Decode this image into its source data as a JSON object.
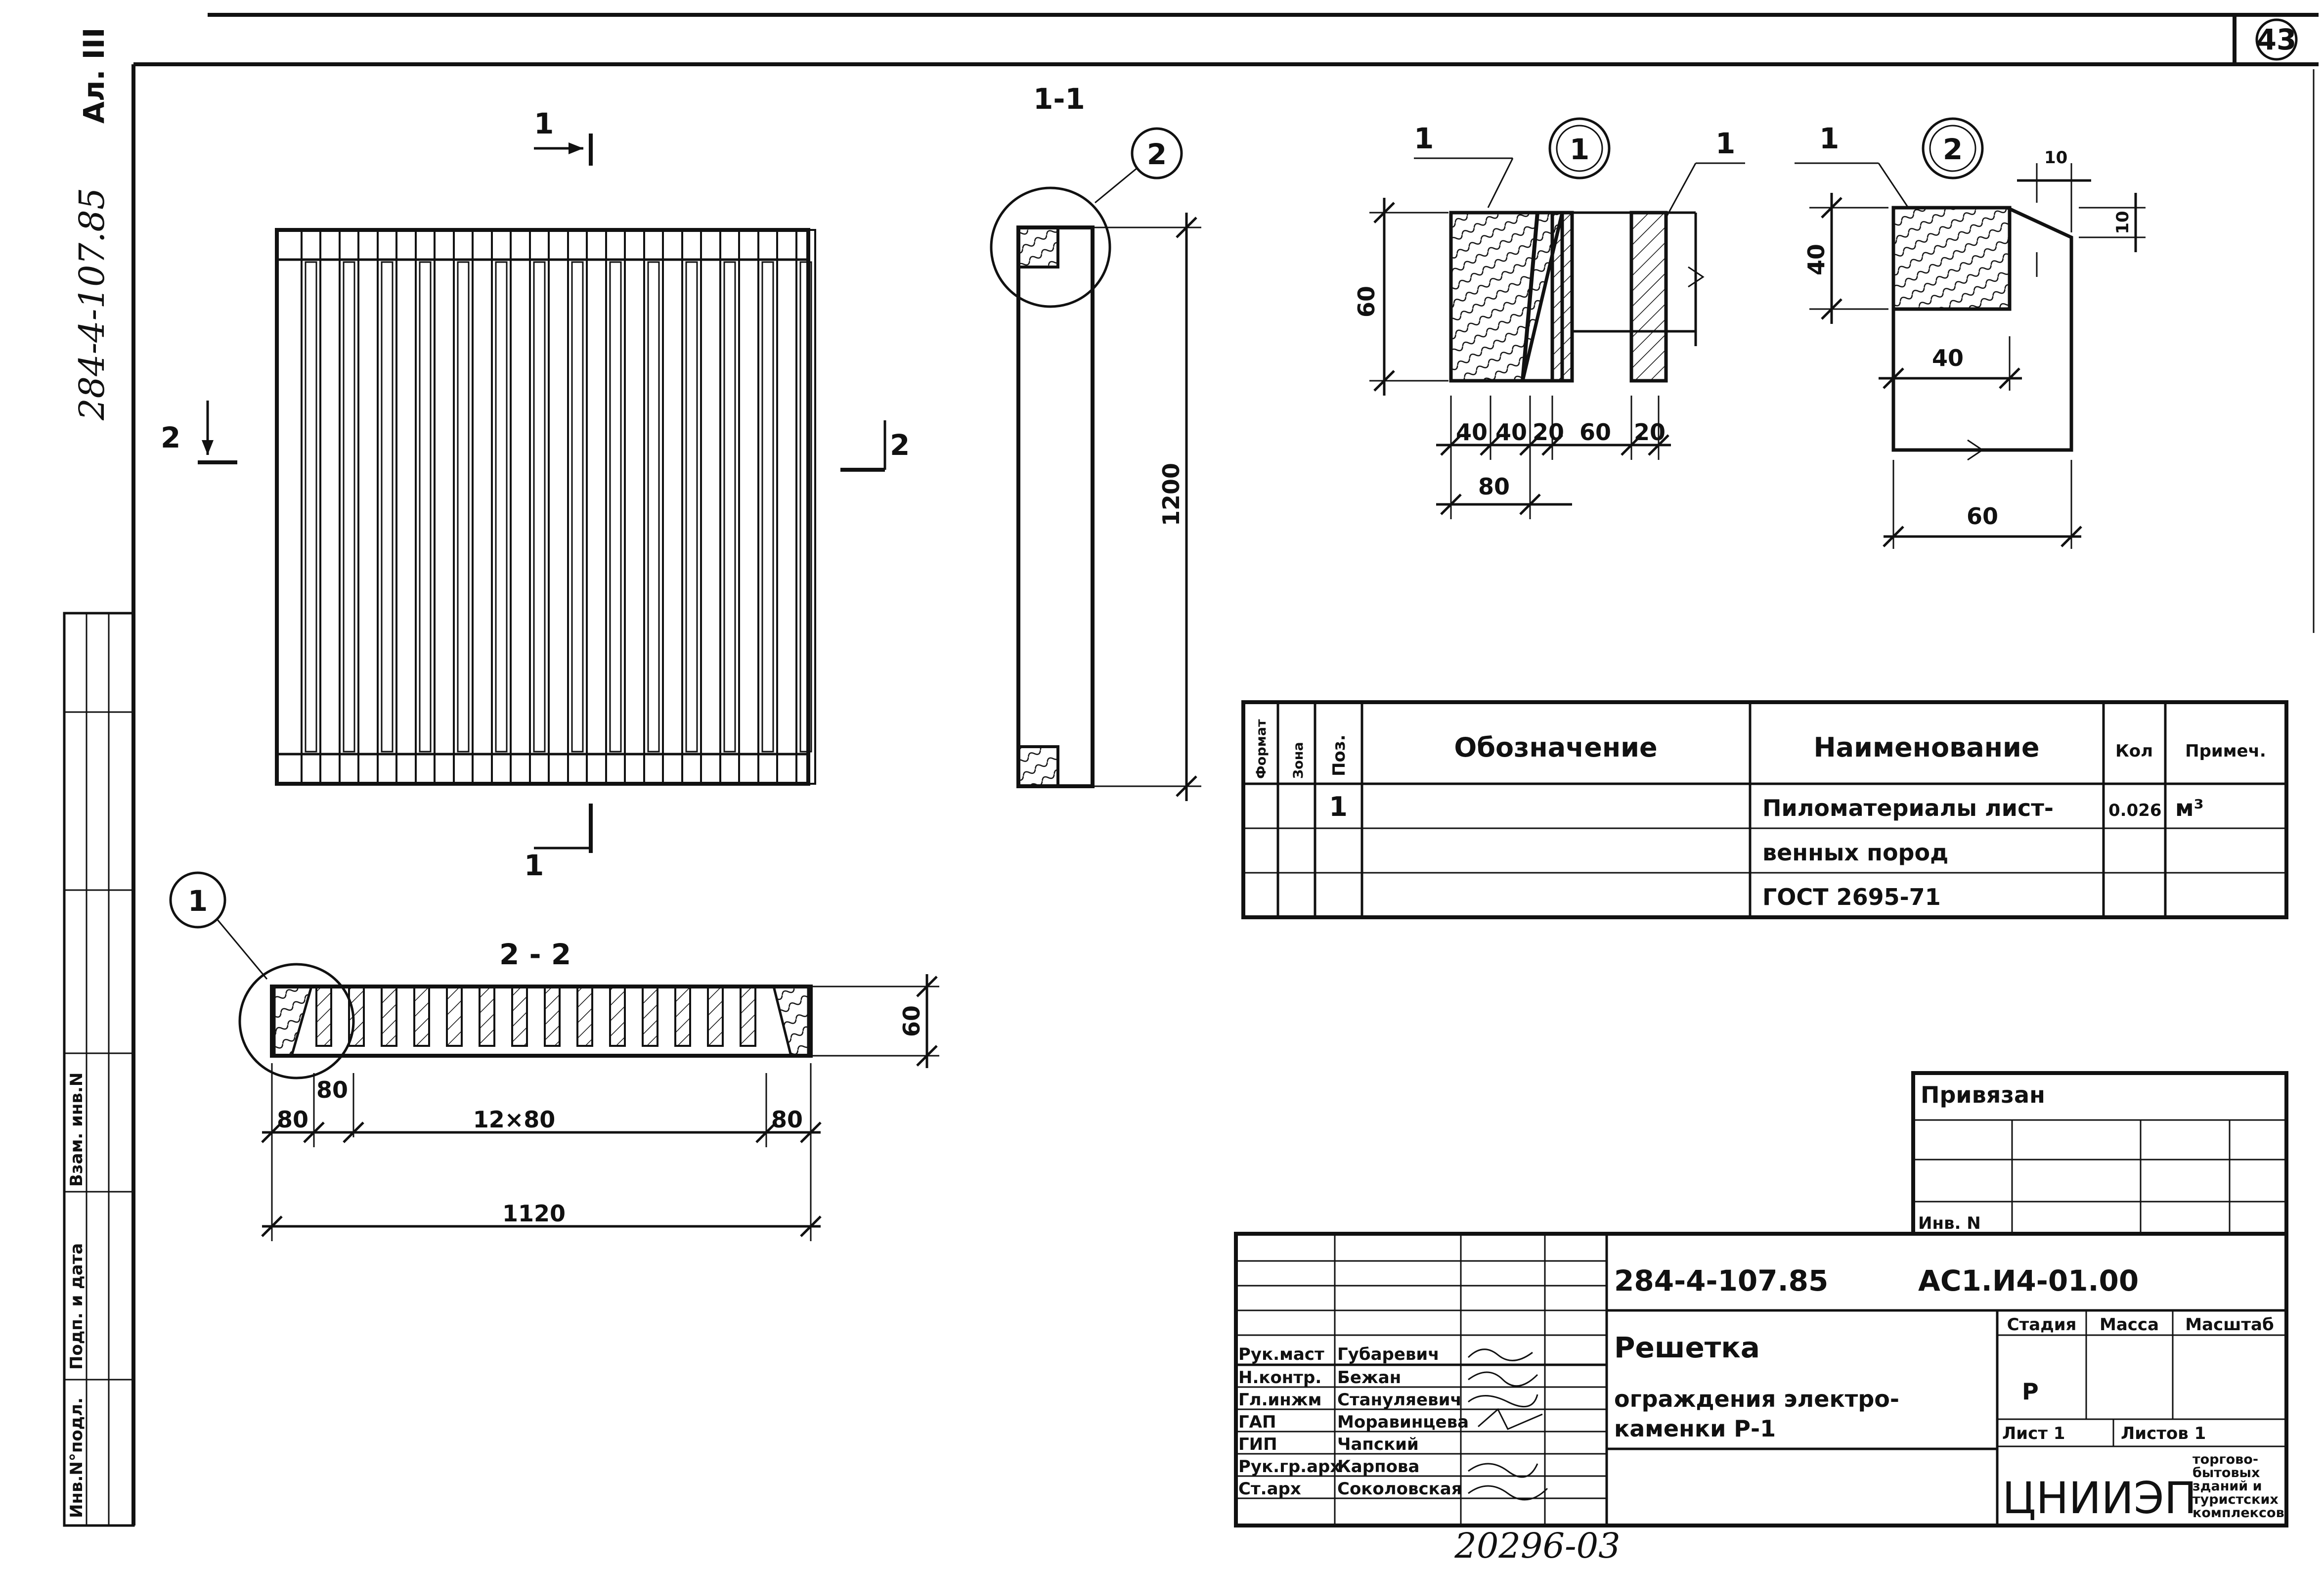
{
  "sheet": {
    "number": "43",
    "album_code": "284-4-107.85",
    "album_part": "Ал. III",
    "bottom_number": "20296-03"
  },
  "main_view": {
    "section_1_label": "1",
    "section_2_label": "2"
  },
  "section_1_1": {
    "title": "1-1",
    "height_dim": "1200",
    "callout": "2"
  },
  "section_2_2": {
    "title": "2 - 2",
    "callout": "1",
    "dim_height": "60",
    "dim_edge_left": "80",
    "dim_pitch": "80",
    "dim_repeat": "12×80",
    "dim_edge_right": "80",
    "dim_total": "1120"
  },
  "detail_1": {
    "callout": "1",
    "leader_left": "1",
    "leader_right": "1",
    "dim_height": "60",
    "dims_row": [
      "40",
      "40",
      "20",
      "60",
      "20"
    ],
    "dim_sub": "80"
  },
  "detail_2": {
    "callout": "2",
    "leader": "1",
    "dim_height": "40",
    "dim_chamfer_w": "10",
    "dim_chamfer_h": "10",
    "dim_inner": "40",
    "dim_width": "60"
  },
  "spec_table": {
    "headers": {
      "format": "Формат",
      "zone": "Зона",
      "pos": "Поз.",
      "designation": "Обозначение",
      "name": "Наименование",
      "qty": "Кол",
      "note": "Примеч."
    },
    "rows": [
      {
        "pos": "1",
        "name": "Пиломатериалы лист-",
        "qty": "0.026",
        "note": "м³"
      },
      {
        "pos": "",
        "name": "венных пород",
        "qty": "",
        "note": ""
      },
      {
        "pos": "",
        "name": "ГОСТ 2695-71",
        "qty": "",
        "note": ""
      }
    ]
  },
  "privyazan": {
    "label": "Привязан",
    "inv_label": "Инв. N"
  },
  "side_stamp": {
    "labels": [
      "Инв.N°подл.",
      "Подп. и дата",
      "Взам. инв.N"
    ]
  },
  "title_block": {
    "doc_code": "284-4-107.85",
    "drawing_code": "АС1.И4-01.00",
    "title": "Решетка",
    "subtitle_1": "ограждения электро-",
    "subtitle_2": "каменки Р-1",
    "stage_header": "Стадия",
    "mass_header": "Масса",
    "scale_header": "Масштаб",
    "stage_value": "Р",
    "sheet_label": "Лист 1",
    "sheets_label": "Листов 1",
    "org_logo": "ЦНИИЭП",
    "org_sub": [
      "торгово-",
      "бытовых",
      "зданий и",
      "туристских",
      "комплексов"
    ],
    "staff": [
      {
        "role": "Рук.маст",
        "name": "Губаревич"
      },
      {
        "role": "Н.контр.",
        "name": "Бежан"
      },
      {
        "role": "Гл.инжм",
        "name": "Стануляевич"
      },
      {
        "role": "ГАП",
        "name": "Моравинцева"
      },
      {
        "role": "ГИП",
        "name": "Чапский"
      },
      {
        "role": "Рук.гр.арх",
        "name": "Карпова"
      },
      {
        "role": "Ст.арх",
        "name": "Соколовская"
      }
    ]
  }
}
